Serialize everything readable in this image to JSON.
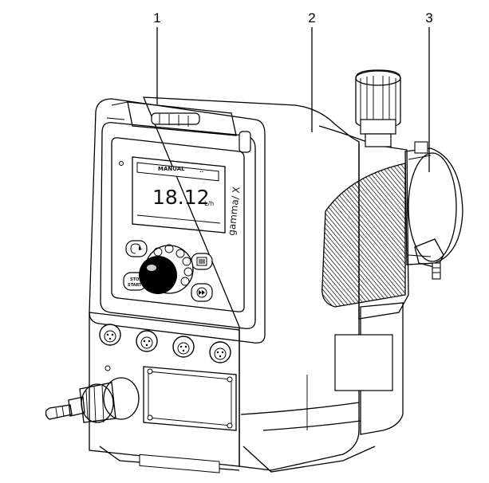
{
  "callouts": [
    {
      "number": "1"
    },
    {
      "number": "2"
    },
    {
      "number": "3"
    }
  ],
  "display": {
    "mode": "MANUAL",
    "indicator": "··",
    "value": "18.12",
    "unit": "L/h"
  },
  "brand": "gamma/ X",
  "buttons": {
    "start_stop_line1": "STOP",
    "start_stop_line2": "START"
  },
  "icons": {
    "back": "back-arrow-icon",
    "menu": "menu-icon",
    "fast_forward": "fast-forward-icon"
  }
}
